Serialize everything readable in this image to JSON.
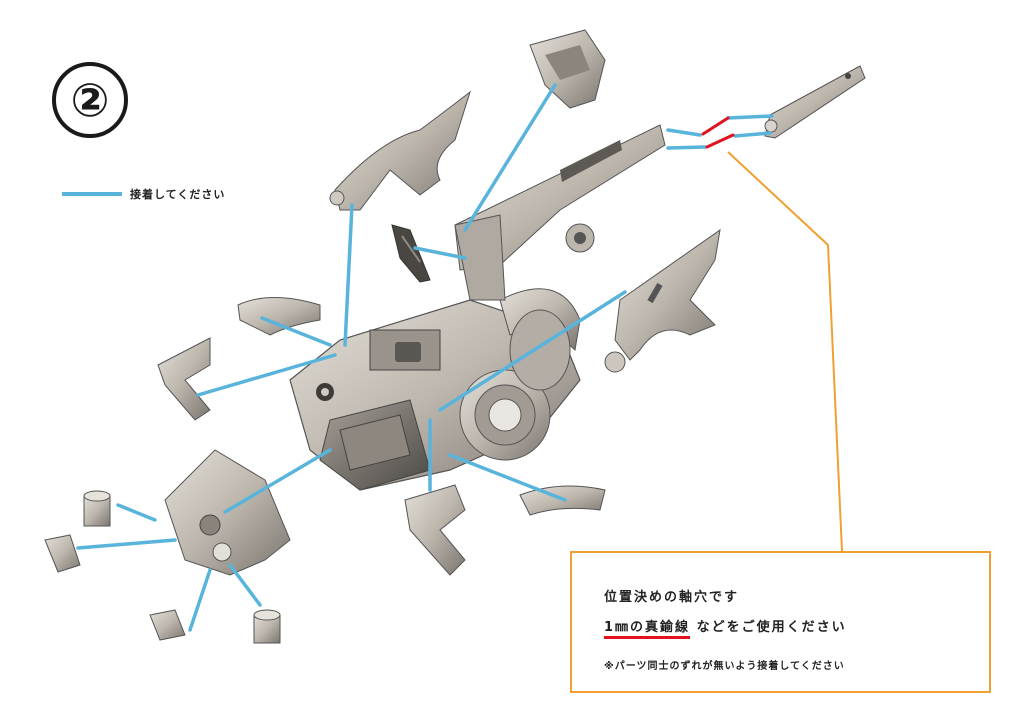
{
  "step_label": "②",
  "legend": {
    "label": "接着してください"
  },
  "note": {
    "line1": "位置決めの軸穴です",
    "line2_highlight": "1㎜の真鍮線",
    "line2_rest": " などをご使用ください",
    "line3": "※パーツ同士のずれが無いよう接着してください"
  },
  "colors": {
    "glue_line": "#59b4dc",
    "callout_line": "#f0a030",
    "pin_line": "#e0141e",
    "part_fill": "#bdb6ad",
    "part_shadow": "#6e6a65",
    "part_light": "#dedad3"
  }
}
